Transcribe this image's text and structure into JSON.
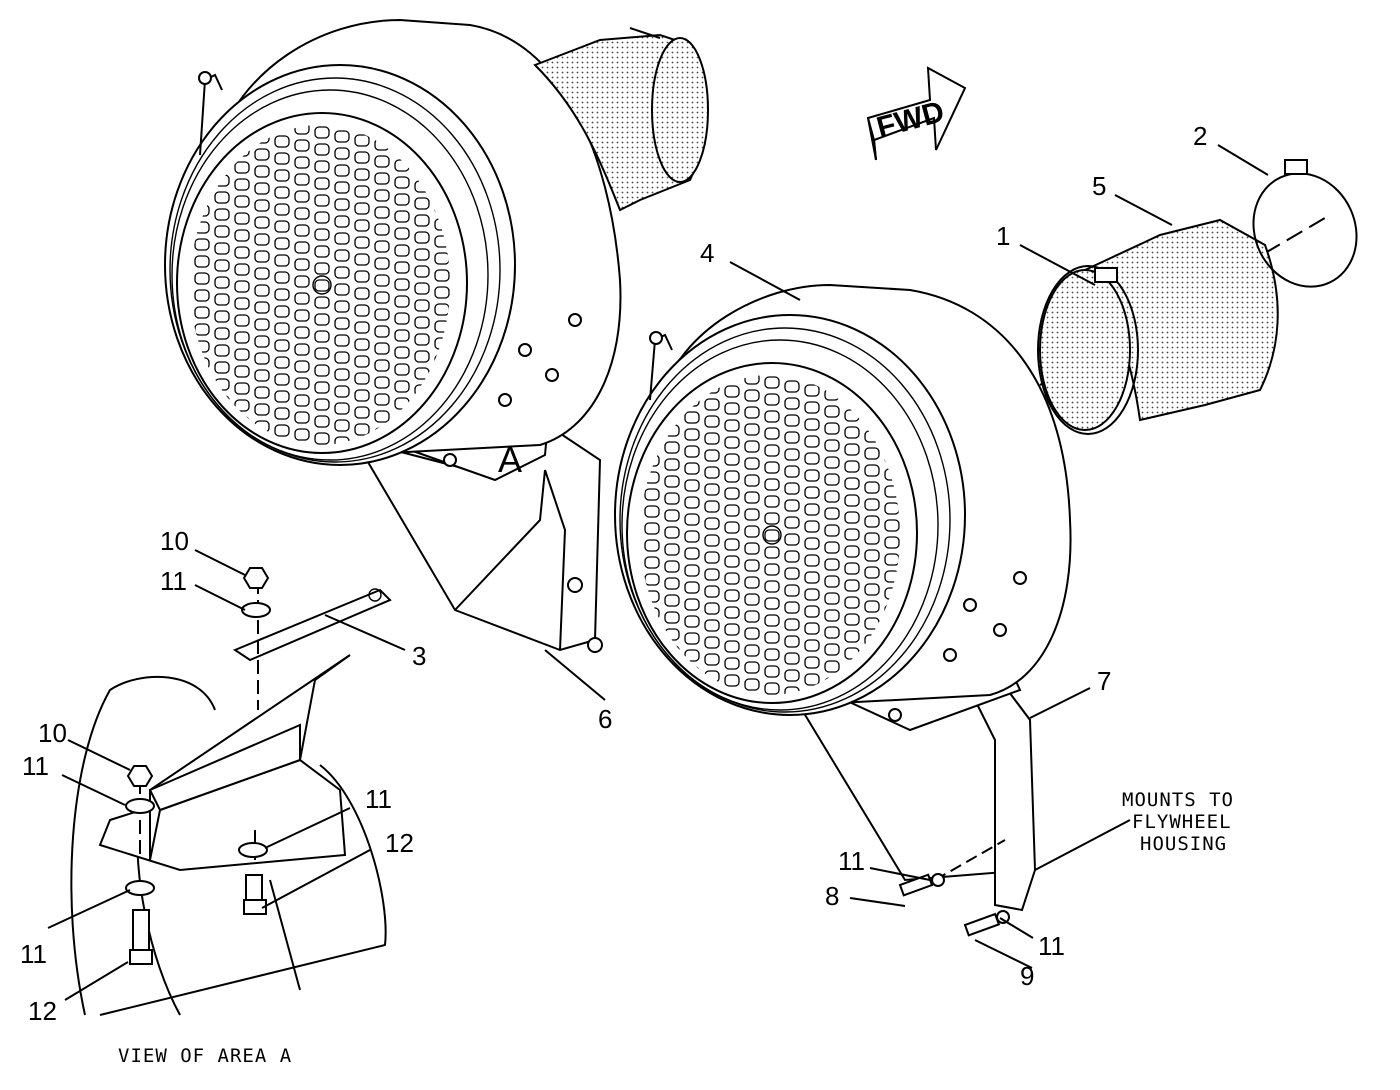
{
  "direction_label": "FWD",
  "area_label": "A",
  "callouts": {
    "c1": "1",
    "c2": "2",
    "c3": "3",
    "c4": "4",
    "c5": "5",
    "c6": "6",
    "c7": "7",
    "c8": "8",
    "c9": "9",
    "c10a": "10",
    "c10b": "10",
    "c11a": "11",
    "c11b": "11",
    "c11c": "11",
    "c11d": "11",
    "c11e": "11",
    "c11f": "11",
    "c12a": "12",
    "c12b": "12"
  },
  "note": {
    "line1": "MOUNTS TO",
    "line2": "FLYWHEEL",
    "line3": "HOUSING"
  },
  "view_caption": "VIEW OF AREA A"
}
